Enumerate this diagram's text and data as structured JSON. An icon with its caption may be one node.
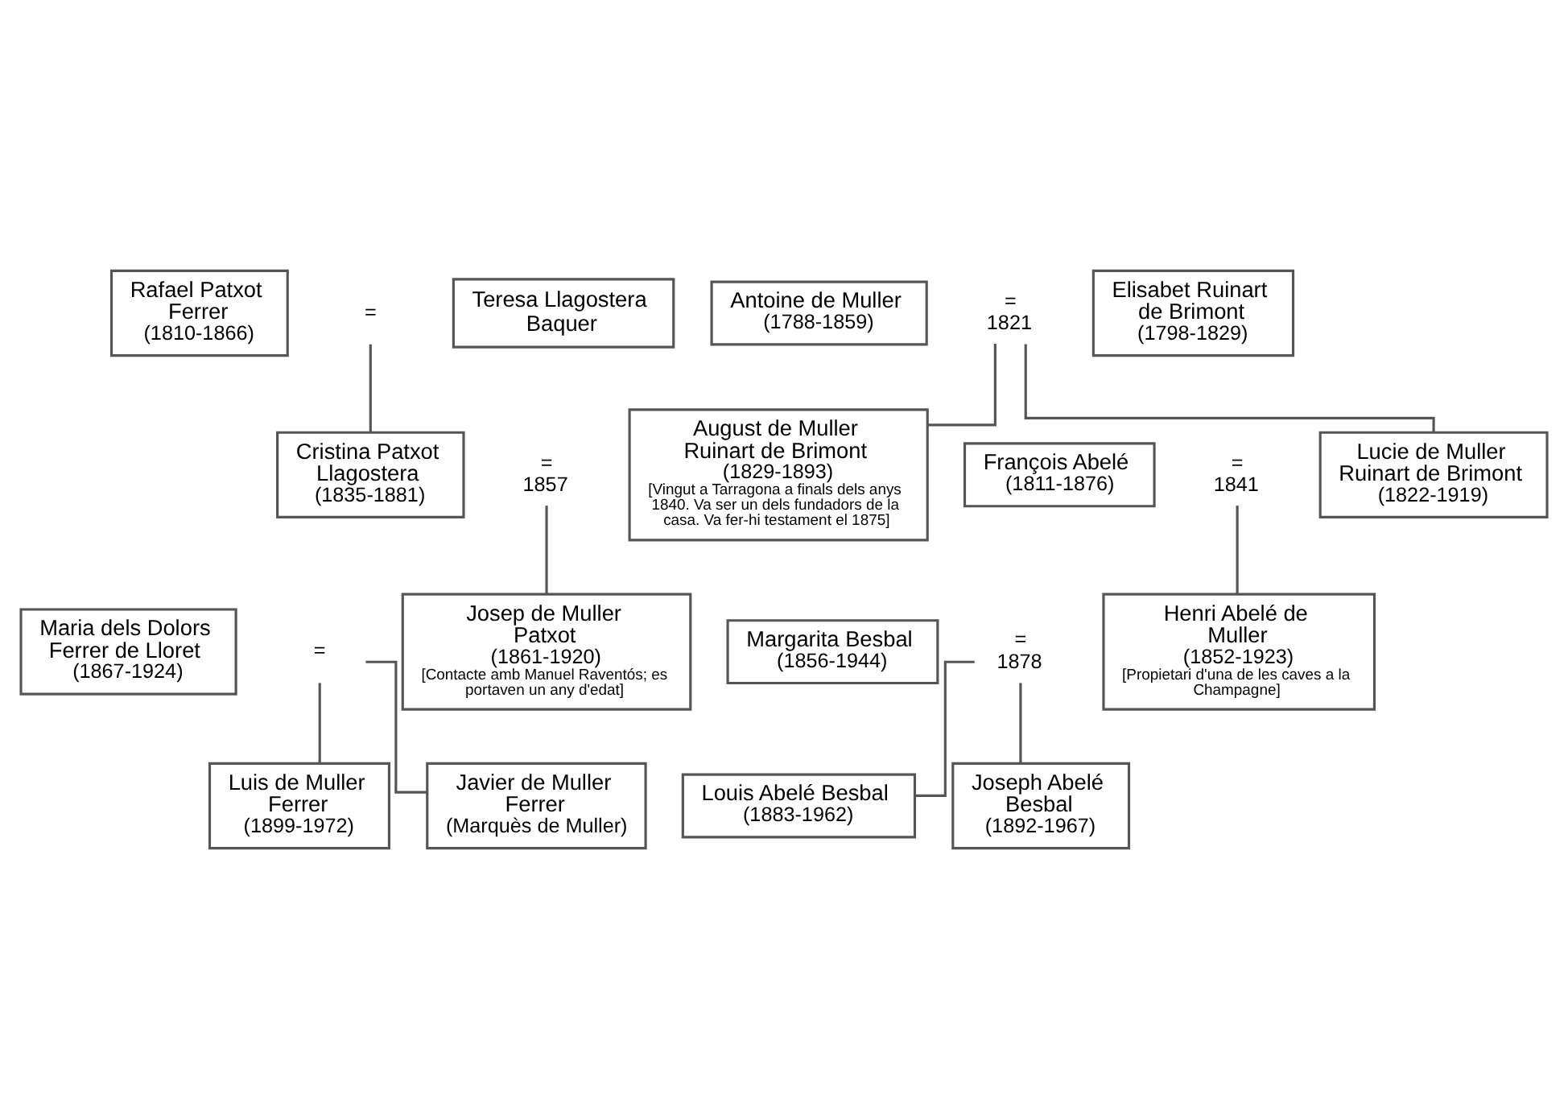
{
  "diagram": {
    "nodes": [
      {
        "text": [
          "Rafael Patxot Ferrer",
          "(1810-1866)"
        ]
      },
      {
        "text": [
          "="
        ]
      },
      {
        "text": [
          "Teresa Llagostera Baquer"
        ]
      },
      {
        "text": [
          "Antoine de Muller",
          "(1788-1859)"
        ]
      },
      {
        "text": [
          "= 1821"
        ]
      },
      {
        "text": [
          "Elisabet Ruinart de Brimont",
          "(1798-1829)"
        ]
      },
      {
        "text": [
          "Cristina Patxot Llagostera",
          "(1835-1881)"
        ]
      },
      {
        "text": [
          "= 1857"
        ]
      },
      {
        "text": [
          "August de Muller Ruinart de Brimont",
          "(1829-1893)",
          "[Vingut a Tarragona a finals dels anys 1840. Va ser un dels fundadors de la casa. Va fer-hi testament el 1875]"
        ]
      },
      {
        "text": [
          "François Abelé",
          "(1811-1876)"
        ]
      },
      {
        "text": [
          "= 1841"
        ]
      },
      {
        "text": [
          "Lucie de Muller Ruinart de Brimont",
          "(1822-1919)"
        ]
      },
      {
        "text": [
          "Maria dels Dolors Ferrer de Lloret",
          "(1867-1924)"
        ]
      },
      {
        "text": [
          "="
        ]
      },
      {
        "text": [
          "Josep de Muller Patxot",
          "(1861-1920)",
          "[Contacte amb Manuel Raventós; es portaven un any d'edat]"
        ]
      },
      {
        "text": [
          "Margarita Besbal",
          "(1856-1944)"
        ]
      },
      {
        "text": [
          "= 1878"
        ]
      },
      {
        "text": [
          "Henri Abelé de Muller",
          "(1852-1923)",
          "[Propietari d'una de les caves a la Champagne]"
        ]
      },
      {
        "text": [
          "Luis de Muller Ferrer",
          "(1899-1972)"
        ]
      },
      {
        "text": [
          "Javier de Muller Ferrer",
          "(Marquès de Muller)"
        ]
      },
      {
        "text": [
          "Louis Abelé Besbal",
          "(1883-1962)"
        ]
      },
      {
        "text": [
          "Joseph Abelé Besbal",
          "(1892-1967)"
        ]
      }
    ],
    "edges": [
      {
        "from": 1,
        "to": 6,
        "arrow": "none"
      },
      {
        "from": 4,
        "to": 8,
        "arrow": "none"
      },
      {
        "from": 4,
        "to": 11,
        "arrow": "none"
      },
      {
        "from": 7,
        "to": 14,
        "arrow": "none"
      },
      {
        "from": 10,
        "to": 17,
        "arrow": "none"
      },
      {
        "from": 13,
        "to": 18,
        "arrow": "none"
      },
      {
        "from": 13,
        "to": 19,
        "arrow": "none"
      },
      {
        "from": 16,
        "to": 20,
        "arrow": "none"
      },
      {
        "from": 16,
        "to": 21,
        "arrow": "none"
      }
    ]
  }
}
